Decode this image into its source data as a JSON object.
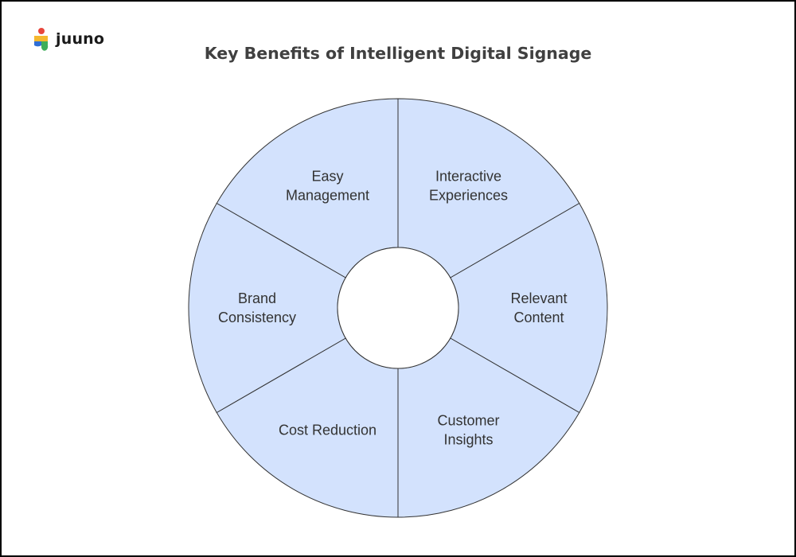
{
  "brand": {
    "name": "juuno",
    "colors": {
      "red": "#e8463c",
      "yellow": "#f5b82e",
      "blue": "#2f6fd6",
      "green": "#3fae5a"
    }
  },
  "title": "Key Benefits of Intelligent Digital Signage",
  "diagram": {
    "type": "segmented-ring",
    "segment_fill": "#d3e2fd",
    "stroke": "#333333",
    "center_fill": "#ffffff",
    "segments": [
      {
        "id": "easy-management",
        "lines": [
          "Easy",
          "Management"
        ]
      },
      {
        "id": "interactive-experiences",
        "lines": [
          "Interactive",
          "Experiences"
        ]
      },
      {
        "id": "relevant-content",
        "lines": [
          "Relevant",
          "Content"
        ]
      },
      {
        "id": "customer-insights",
        "lines": [
          "Customer",
          "Insights"
        ]
      },
      {
        "id": "cost-reduction",
        "lines": [
          "Cost Reduction"
        ]
      },
      {
        "id": "brand-consistency",
        "lines": [
          "Brand",
          "Consistency"
        ]
      }
    ]
  }
}
